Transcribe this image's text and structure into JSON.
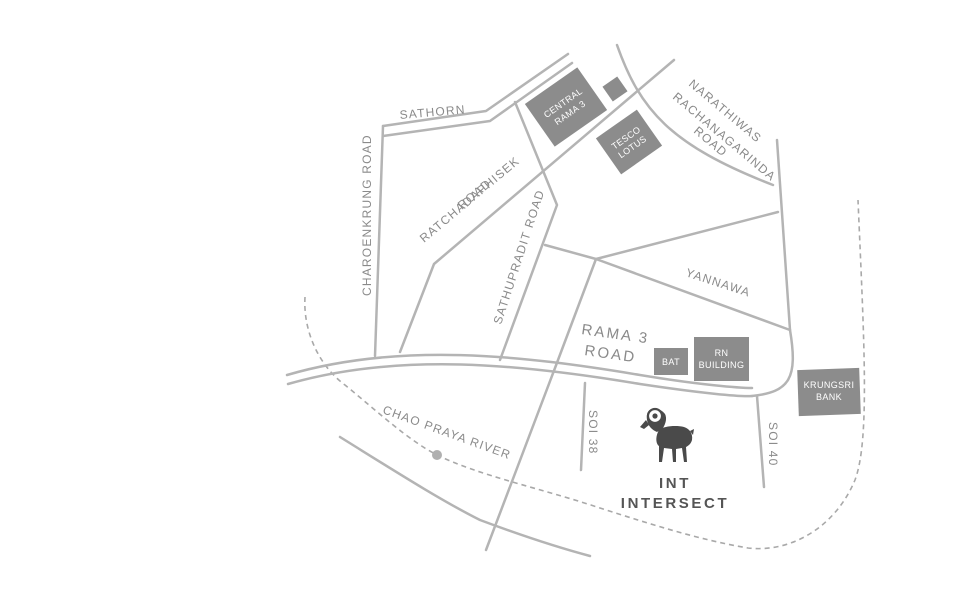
{
  "roads": {
    "sathorn": "SATHORN",
    "charoenkrung": "CHAROENKRUNG ROAD",
    "ratchadaphisek_1": "RATCHADAPHISEK",
    "ratchadaphisek_2": "ROAD",
    "sathupradit": "SATHUPRADIT ROAD",
    "narathiwas_1": "NARATHIWAS",
    "narathiwas_2": "RACHANAGARINDA",
    "narathiwas_3": "ROAD",
    "yannawa": "YANNAWA",
    "rama3_1": "RAMA 3",
    "rama3_2": "ROAD",
    "soi38": "SOI 38",
    "soi40": "SOI 40"
  },
  "water": {
    "river": "CHAO PRAYA RIVER"
  },
  "buildings": {
    "central_1": "CENTRAL",
    "central_2": "RAMA 3",
    "tesco_1": "TESCO",
    "tesco_2": "LOTUS",
    "bat": "BAT",
    "rn_1": "RN",
    "rn_2": "BUILDING",
    "krungsri_1": "KRUNGSRI",
    "krungsri_2": "BANK"
  },
  "brand": {
    "short": "INT",
    "name": "INTERSECT",
    "logo_icon": "ram-icon"
  },
  "colors": {
    "road": "#b4b4b4",
    "building": "#8c8c8c",
    "label": "#8a8a8a",
    "brand": "#555555"
  }
}
